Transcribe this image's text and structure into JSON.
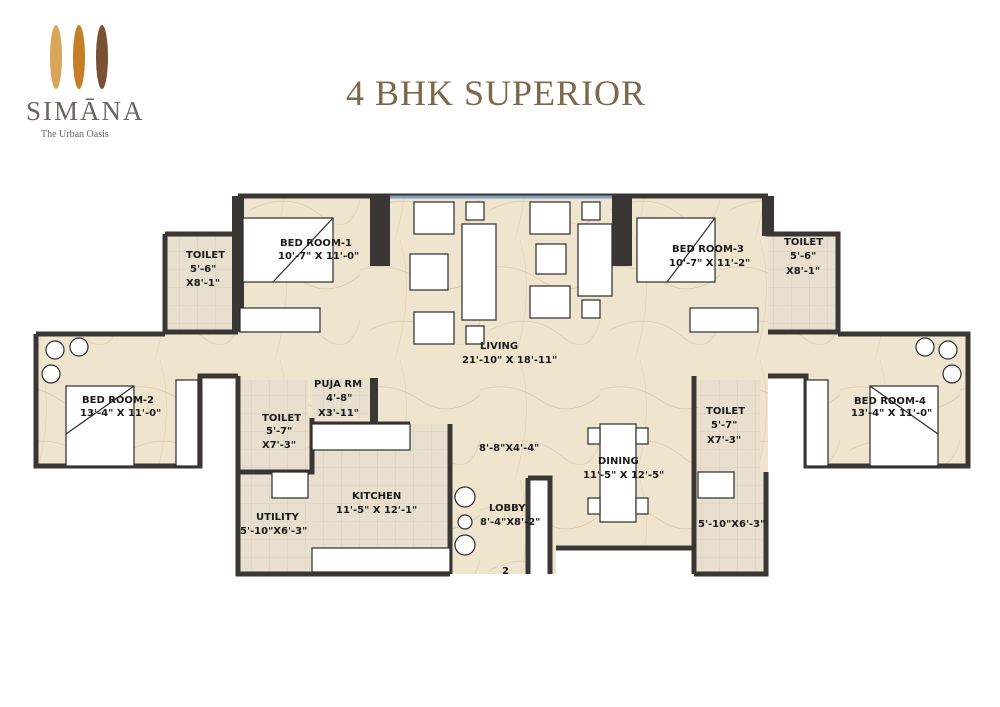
{
  "brand": {
    "name": "SIMĀNA",
    "tagline": "The Urban Oasis",
    "logo_colors": [
      "#d9a55a",
      "#c57f26",
      "#7a5133"
    ]
  },
  "title": "4 BHK SUPERIOR",
  "colors": {
    "title": "#7f6749",
    "wall": "#3a3634",
    "floor_marble": "#eee3cc",
    "floor_tile": "#e6dccb",
    "window": "#7fa0c4",
    "furniture": "#ffffff"
  },
  "rooms": {
    "toilet_1": {
      "name": "TOILET",
      "dim_a": "5'-6\"",
      "dim_b": "X8'-1\""
    },
    "bedroom_1": {
      "name": "BED ROOM-1",
      "dims": "10'-7\" X 11'-0\""
    },
    "bedroom_2": {
      "name": "BED ROOM-2",
      "dims": "13'-4\" X 11'-0\""
    },
    "bedroom_3": {
      "name": "BED ROOM-3",
      "dims": "10'-7\" X 11'-2\""
    },
    "bedroom_4": {
      "name": "BED ROOM-4",
      "dims": "13'-4\" X 11'-0\""
    },
    "toilet_3": {
      "name": "TOILET",
      "dim_a": "5'-6\"",
      "dim_b": "X8'-1\""
    },
    "living": {
      "name": "LIVING",
      "dims": "21'-10\" X 18'-11\""
    },
    "puja": {
      "name": "PUJA RM",
      "dim_a": "4'-8\"",
      "dim_b": "X3'-11\""
    },
    "toilet_2": {
      "name": "TOILET",
      "dim_a": "5'-7\"",
      "dim_b": "X7'-3\""
    },
    "toilet_4": {
      "name": "TOILET",
      "dim_a": "5'-7\"",
      "dim_b": "X7'-3\""
    },
    "kitchen": {
      "name": "KITCHEN",
      "dims": "11'-5\" X 12'-1\""
    },
    "utility": {
      "name": "UTILITY",
      "dims": "5'-10\"X6'-3\""
    },
    "utility_2": {
      "dims": "5'-10\"X6'-3\""
    },
    "passage": {
      "dims": "8'-8\"X4'-4\""
    },
    "dining": {
      "name": "DINING",
      "dims": "11'-5\" X 12'-5\""
    },
    "lobby": {
      "name": "LOBBY",
      "dims": "8'-4\"X8'-2\"",
      "entry_number": "2"
    }
  }
}
